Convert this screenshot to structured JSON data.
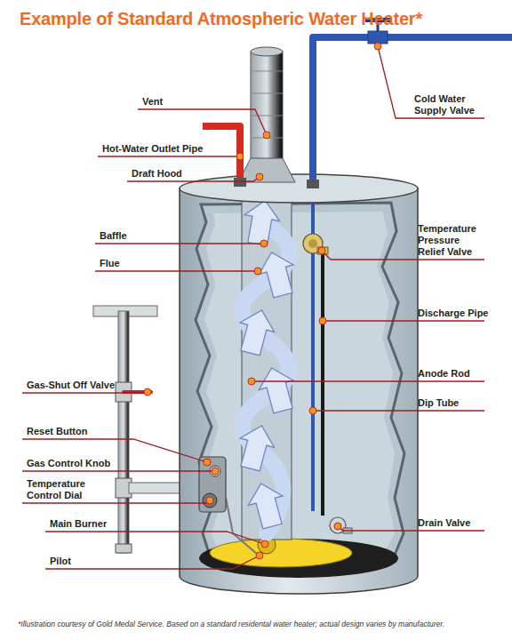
{
  "diagram": {
    "title": "Example of Standard Atmospheric Water Heater*",
    "caption": "*Illustration courtesy of Gold Medal Service. Based on a standard residental water heater; actual design varies by manufacturer.",
    "labels": [
      "Vent",
      "Cold Water Supply Valve",
      "Hot-Water Outlet Pipe",
      "Draft Hood",
      "Baffle",
      "Temperature Pressure Relief Valve",
      "Flue",
      "Discharge Pipe",
      "Anode Rod",
      "Gas-Shut Off Valve",
      "Dip Tube",
      "Reset Button",
      "Gas Control Knob",
      "Temperature Control Dial",
      "Main Burner",
      "Drain Valve",
      "Pilot"
    ]
  }
}
